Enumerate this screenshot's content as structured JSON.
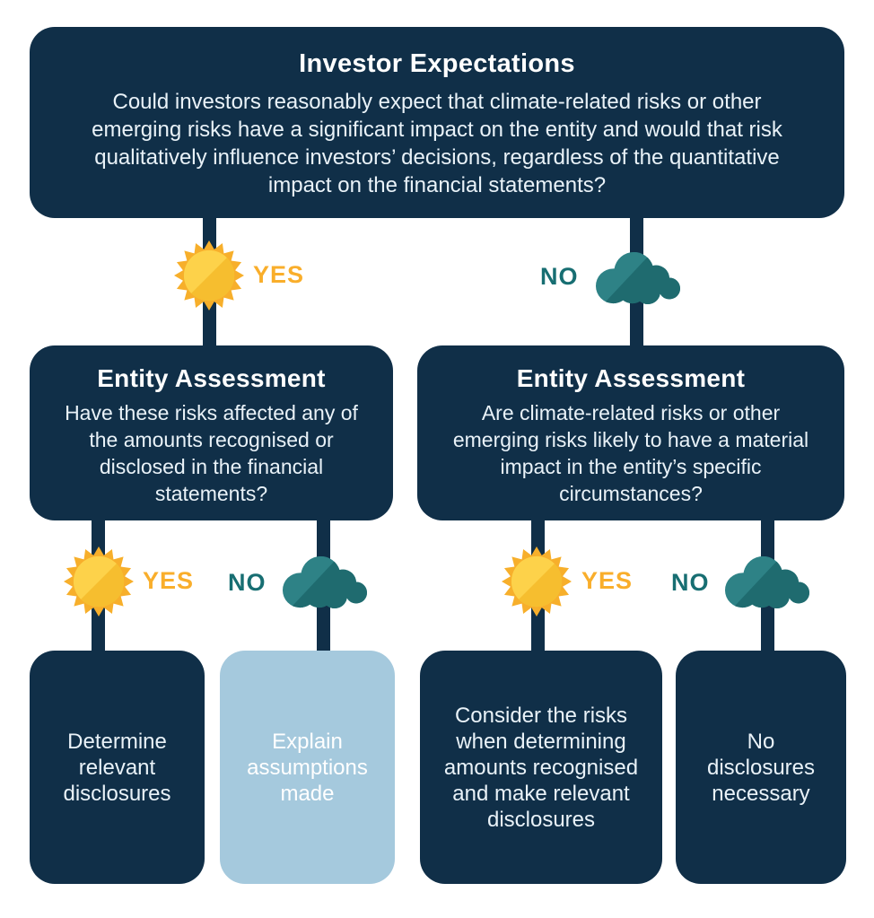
{
  "colors": {
    "navy": "#102F48",
    "light_blue": "#A5C9DD",
    "yes_yellow": "#F9AE2B",
    "no_teal": "#176E72",
    "sun_ray": "#F7AF2B",
    "sun_light": "#FDD24A",
    "sun_dark": "#F6BE2F",
    "cloud_light": "#2E8286",
    "cloud_dark": "#1F6B6F",
    "box_text": "#E9F2F8",
    "title_text": "#FFFFFF",
    "background": "#FFFFFF"
  },
  "icons": {
    "yes": "sun-icon",
    "no": "cloud-icon"
  },
  "labels": {
    "yes": "YES",
    "no": "NO"
  },
  "root": {
    "title": "Investor Expectations",
    "question": "Could investors reasonably expect that climate-related risks or other emerging risks have a significant impact on the entity and would that risk qualitatively influence investors’ decisions, regardless of the quantitative impact on the financial statements?"
  },
  "left_branch": {
    "title": "Entity Assessment",
    "question": "Have these risks affected any of the amounts recognised or disclosed in the financial statements?",
    "yes_outcome": "Determine relevant disclosures",
    "no_outcome": "Explain assumptions made"
  },
  "right_branch": {
    "title": "Entity Assessment",
    "question": "Are climate-related risks or other emerging risks likely to have a material impact in the entity’s specific circumstances?",
    "yes_outcome": "Consider the risks when determining amounts recognised and make relevant disclosures",
    "no_outcome": "No disclosures necessary"
  }
}
